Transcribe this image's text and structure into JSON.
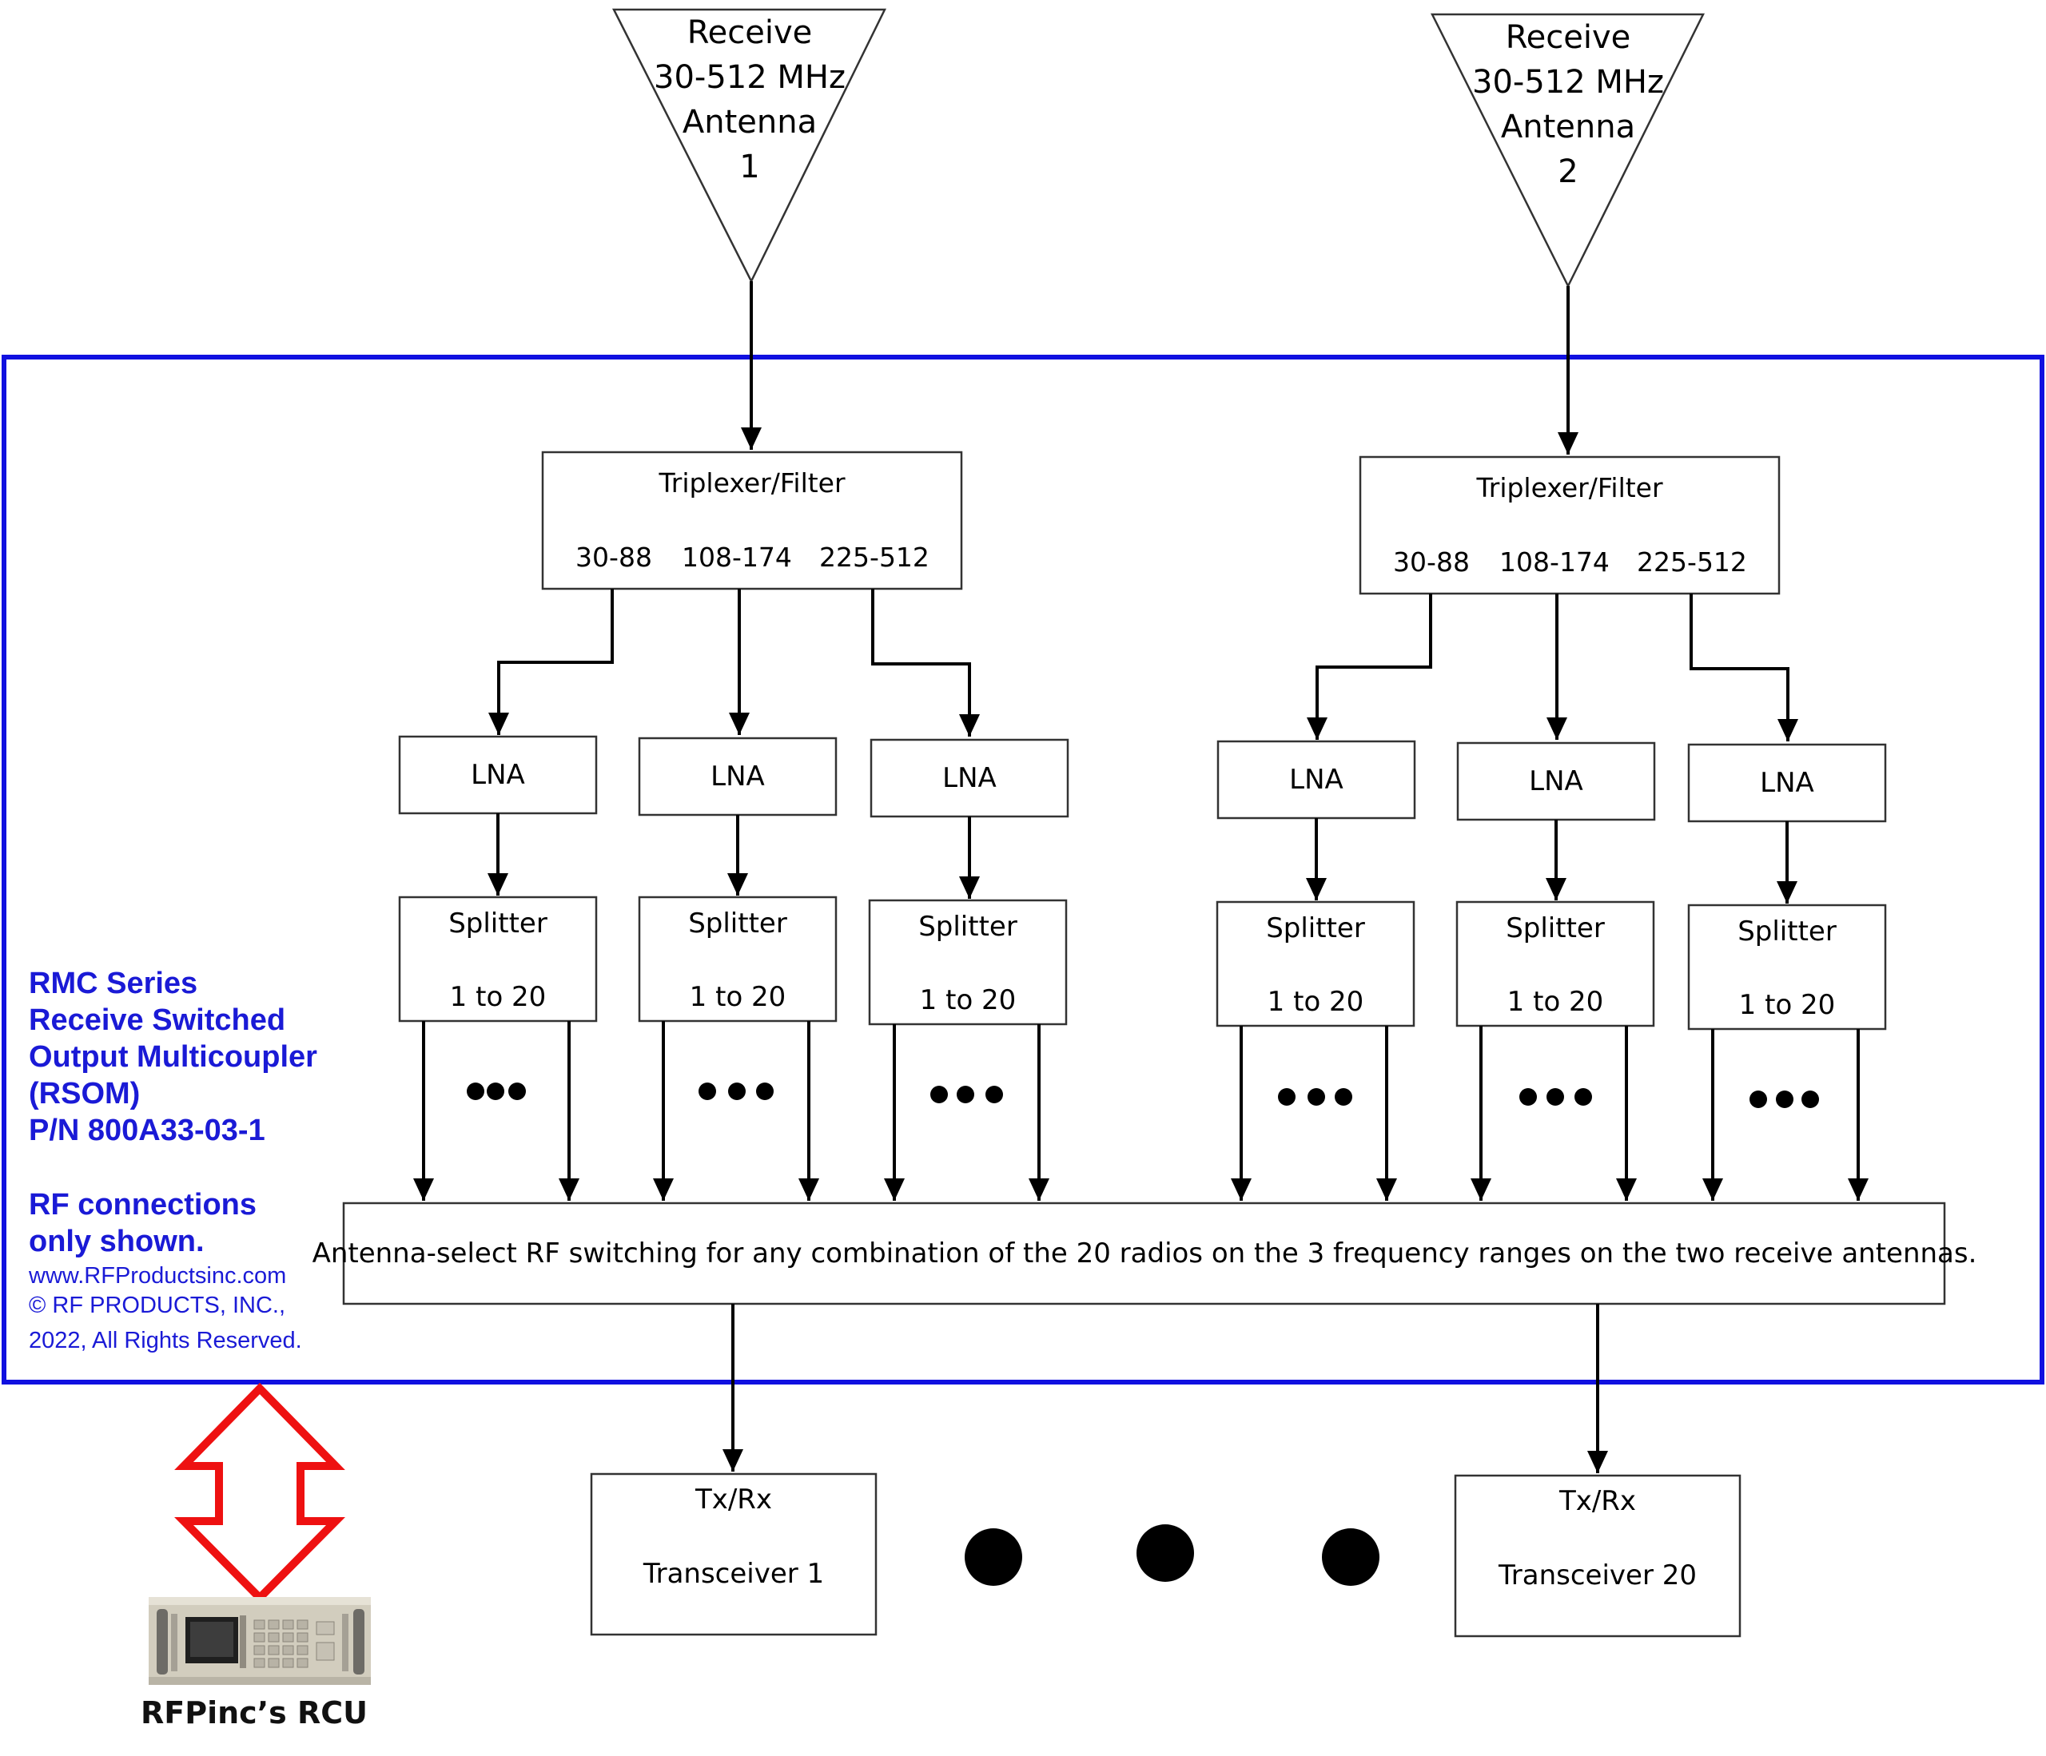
{
  "antennas": [
    {
      "lines": [
        "Receive",
        "30-512 MHz",
        "Antenna",
        "1"
      ]
    },
    {
      "lines": [
        "Receive",
        "30-512 MHz",
        "Antenna",
        "2"
      ]
    }
  ],
  "triplexers": [
    {
      "title": "Triplexer/Filter",
      "bands": [
        "30-88",
        "108-174",
        "225-512"
      ]
    },
    {
      "title": "Triplexer/Filter",
      "bands": [
        "30-88",
        "108-174",
        "225-512"
      ]
    }
  ],
  "lna_label": "LNA",
  "splitter": {
    "title": "Splitter",
    "ratio": "1 to 20"
  },
  "switch_text": "Antenna-select RF switching for any combination of the 20 radios on the 3 frequency ranges on the two receive antennas.",
  "transceivers": [
    {
      "top": "Tx/Rx",
      "name": "Transceiver 1"
    },
    {
      "top": "Tx/Rx",
      "name": "Transceiver 20"
    }
  ],
  "info": {
    "title_lines": [
      "RMC Series",
      "Receive Switched",
      "Output Multicoupler",
      "(RSOM)",
      "P/N 800A33-03-1"
    ],
    "note_lines": [
      "RF connections",
      "only shown."
    ],
    "website": "www.RFProductsinc.com",
    "copyright_lines": [
      "© RF PRODUCTS, INC.,",
      "2022,  All Rights Reserved."
    ]
  },
  "rcu_label": "RFPinc’s RCU",
  "colors": {
    "enclosure_border": "#1010e0",
    "info_text": "#1a1ad6",
    "rcu_arrow": "#ee1111"
  }
}
